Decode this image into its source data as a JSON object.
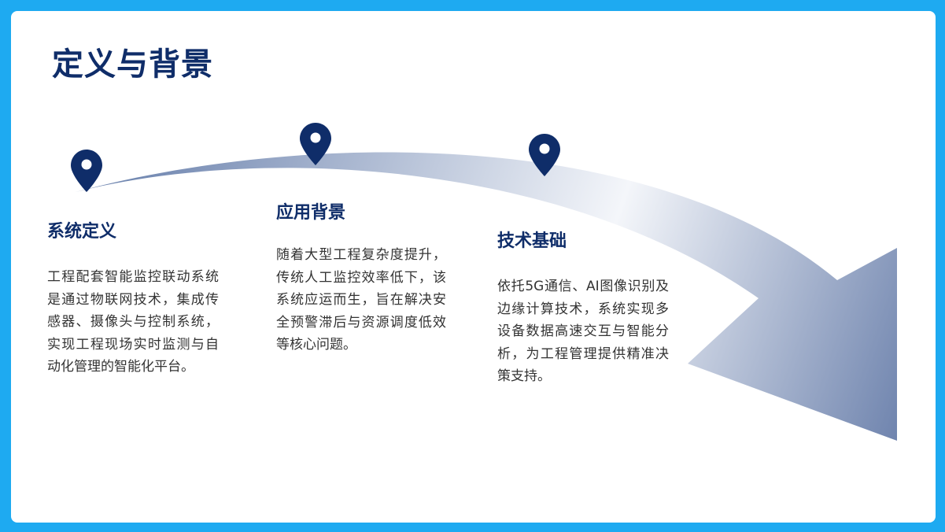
{
  "title": "定义与背景",
  "colors": {
    "frame": "#1eaaf1",
    "accent": "#0f2d69",
    "arrow_start": "#6f84ae",
    "arrow_end": "#f4f6fa",
    "body_text": "#333333"
  },
  "sections": [
    {
      "heading": "系统定义",
      "body": "工程配套智能监控联动系统是通过物联网技术，集成传感器、摄像头与控制系统，实现工程现场实时监测与自动化管理的智能化平台。",
      "icon": "map-pin-icon"
    },
    {
      "heading": "应用背景",
      "body": "随着大型工程复杂度提升，传统人工监控效率低下，该系统应运而生，旨在解决安全预警滞后与资源调度低效等核心问题。",
      "icon": "map-pin-icon"
    },
    {
      "heading": "技术基础",
      "body": "依托5G通信、AI图像识别及边缘计算技术，系统实现多设备数据高速交互与智能分析，为工程管理提供精准决策支持。",
      "icon": "map-pin-icon"
    }
  ]
}
